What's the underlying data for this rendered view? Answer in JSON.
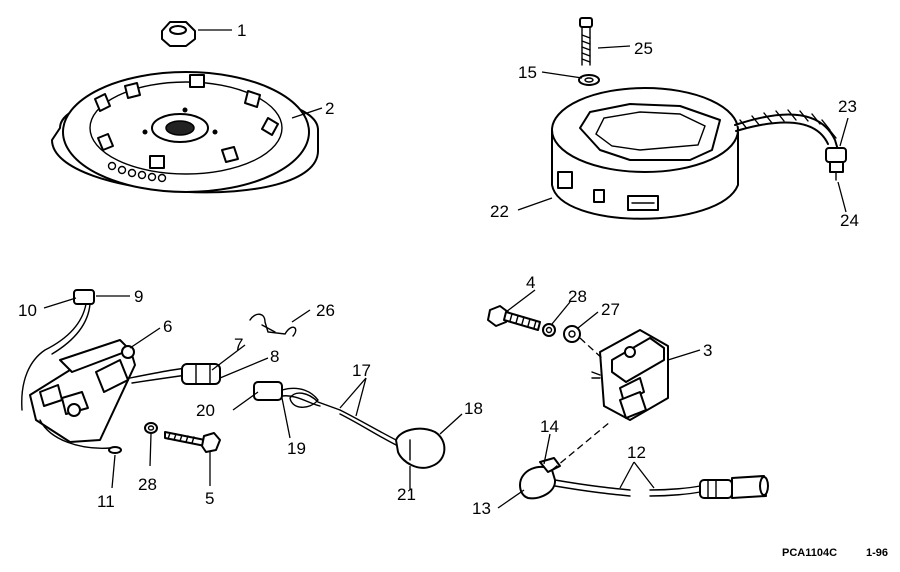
{
  "callouts": {
    "c1": "1",
    "c2": "2",
    "c3": "3",
    "c4": "4",
    "c5": "5",
    "c6": "6",
    "c7": "7",
    "c8": "8",
    "c9": "9",
    "c10": "10",
    "c11": "11",
    "c12": "12",
    "c13": "13",
    "c14": "14",
    "c15": "15",
    "c17": "17",
    "c18": "18",
    "c19": "19",
    "c20": "20",
    "c21": "21",
    "c22": "22",
    "c23": "23",
    "c24": "24",
    "c25": "25",
    "c26": "26",
    "c27": "27",
    "c28a": "28",
    "c28b": "28"
  },
  "footer": {
    "code": "PCA1104C",
    "date": "1-96"
  }
}
